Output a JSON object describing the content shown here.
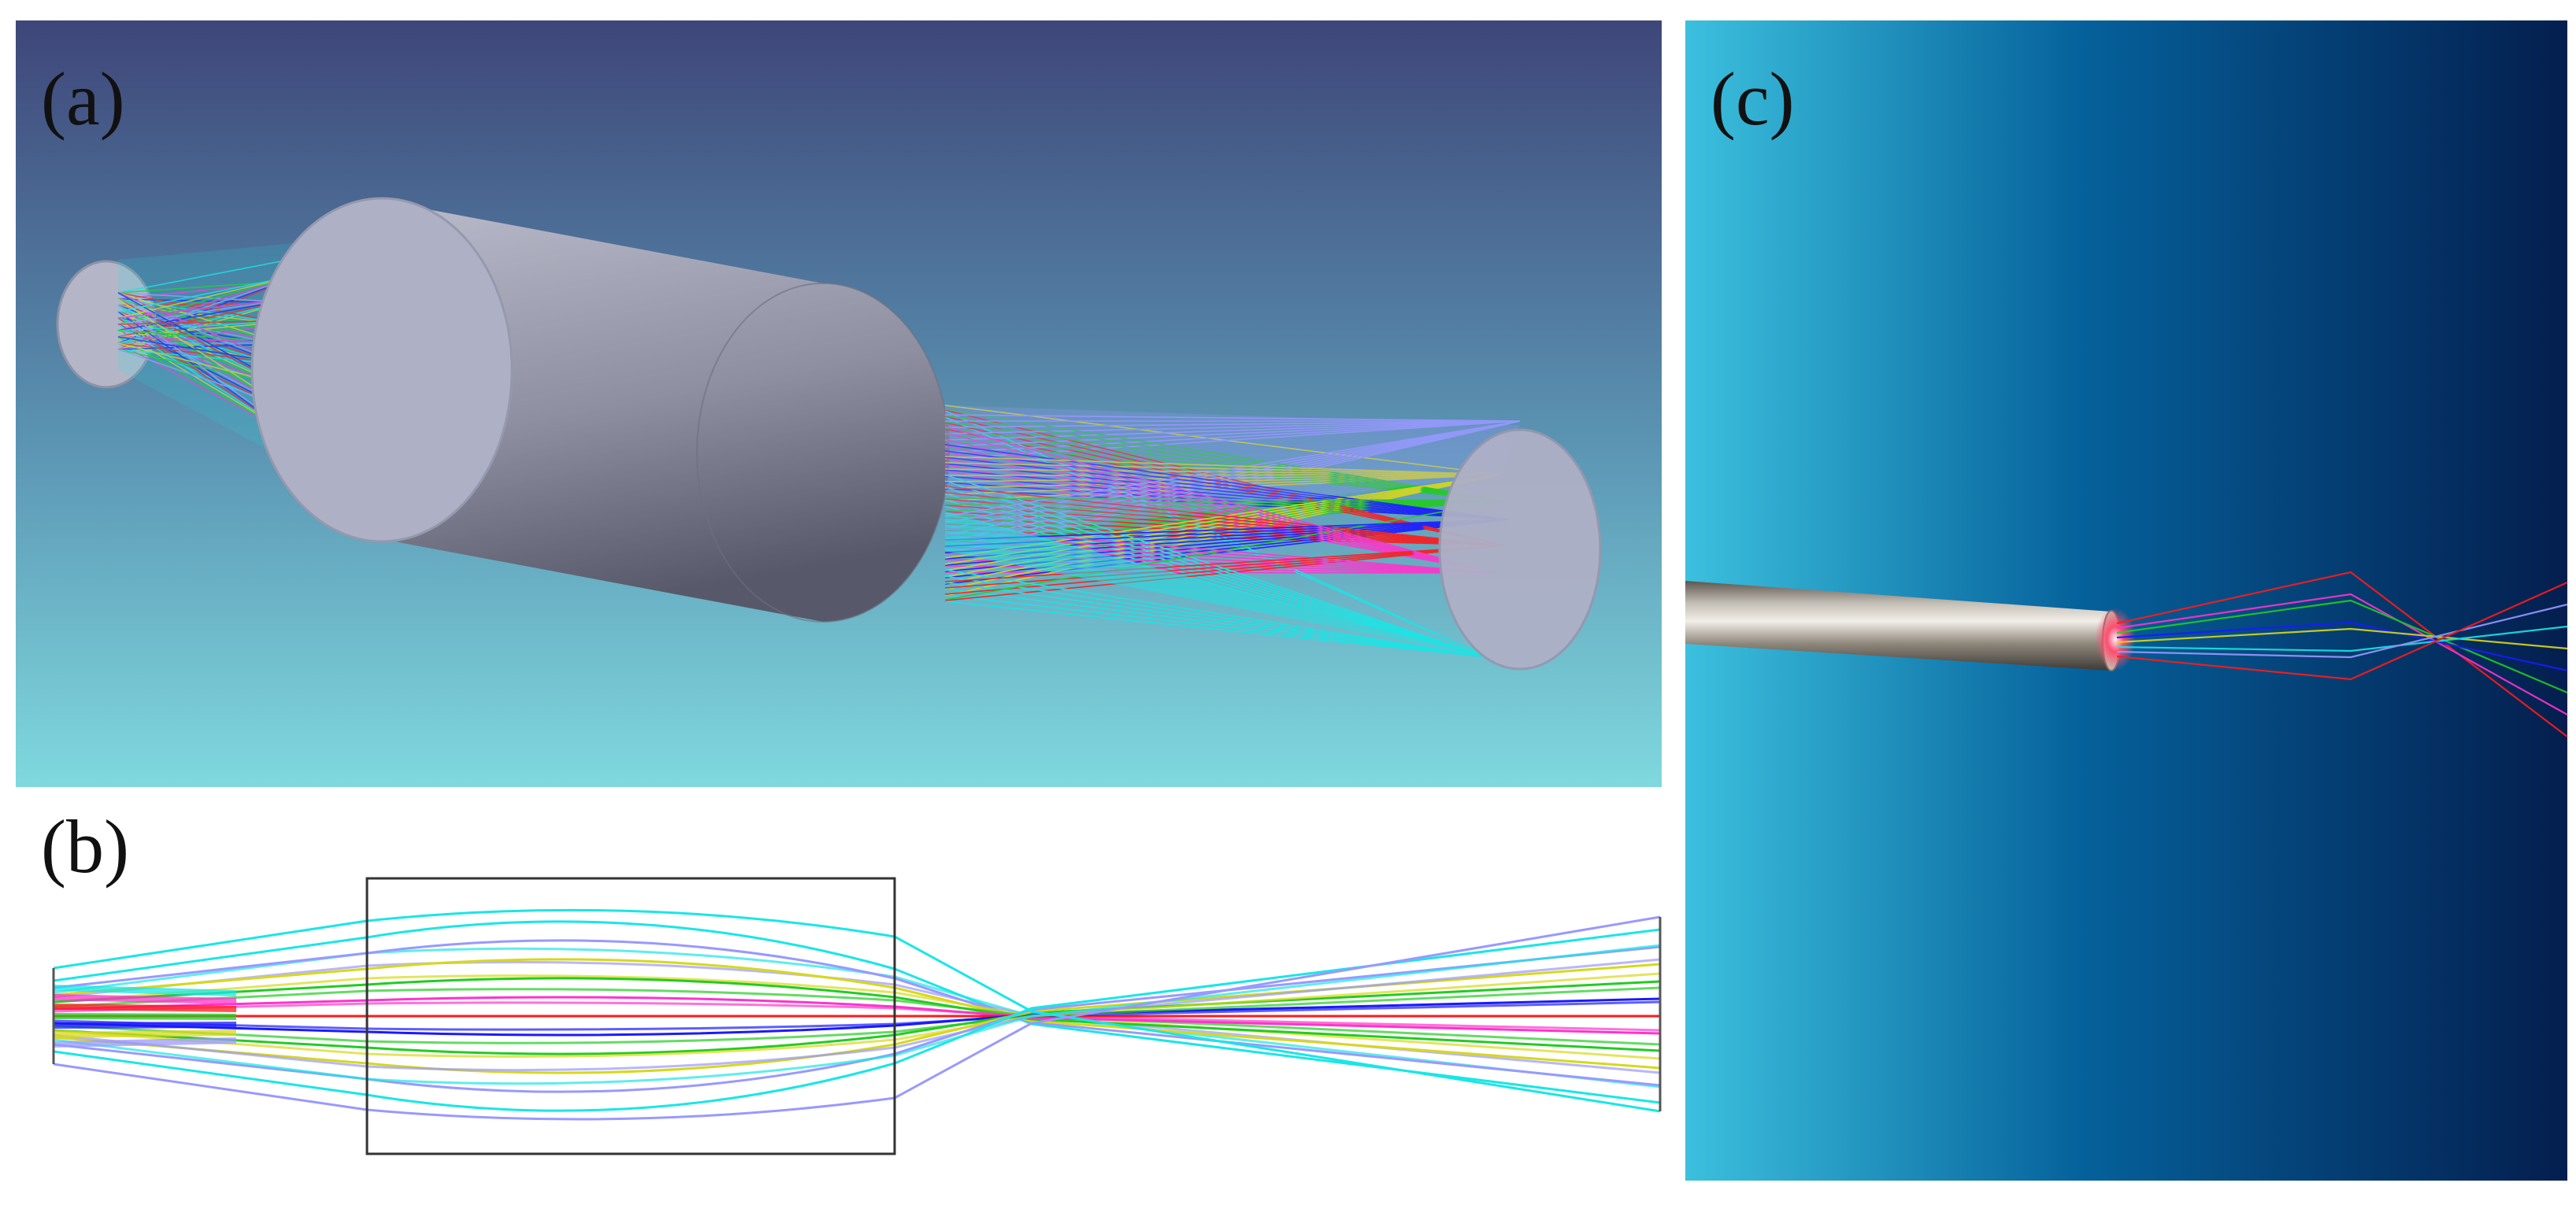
{
  "panels": {
    "a": {
      "label": "(a)"
    },
    "b": {
      "label": "(b)"
    },
    "c": {
      "label": "(c)"
    }
  },
  "colors": {
    "cyan": "#19e6e6",
    "magenta": "#ff33cc",
    "red": "#ff1a1a",
    "green": "#22cc22",
    "blue": "#1a1aff",
    "yellow": "#d8d81a",
    "violet": "#9999ff",
    "panel_a_top": "#3e4679",
    "panel_a_bottom": "#7fd9de",
    "panel_c_left": "#3cc0de",
    "panel_c_mid": "#05619b",
    "panel_c_right": "#041e4e",
    "cylinder_light": "#b9bbcb",
    "cylinder_dark": "#57596a",
    "lens_face": "#aeb0c6",
    "frame": "#333333"
  },
  "icons": {
    "cylinder": "gradient-index-lens-icon",
    "probe": "fiber-probe-icon"
  }
}
